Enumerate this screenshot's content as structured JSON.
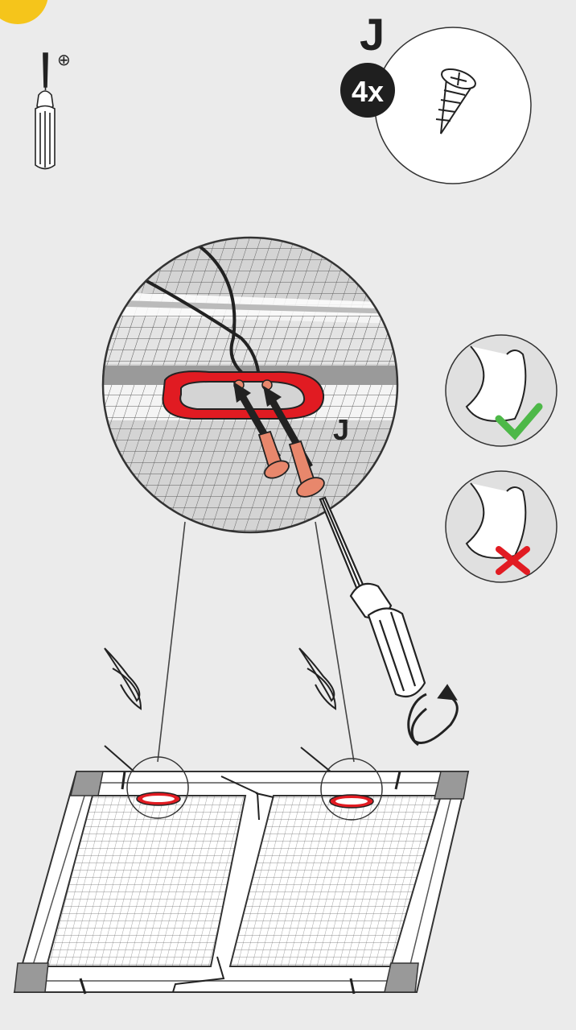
{
  "step_marker": {
    "color": "#f5c51b"
  },
  "tool": {
    "icon": "screwdriver-icon",
    "head_symbol": "⊕"
  },
  "part_callout": {
    "letter": "J",
    "quantity": "4x",
    "icon": "screw-icon"
  },
  "detail": {
    "part_label": "J",
    "bracket_color": "#e11b22",
    "screw_color": "#e8876c"
  },
  "hints": [
    {
      "icon": "arm-flexed-icon",
      "status": "correct",
      "mark": "check-icon",
      "mark_color": "#4db848"
    },
    {
      "icon": "arm-flexed-icon",
      "status": "incorrect",
      "mark": "cross-icon",
      "mark_color": "#e11b22"
    }
  ],
  "rotation": {
    "icon": "rotate-clockwise-icon"
  }
}
